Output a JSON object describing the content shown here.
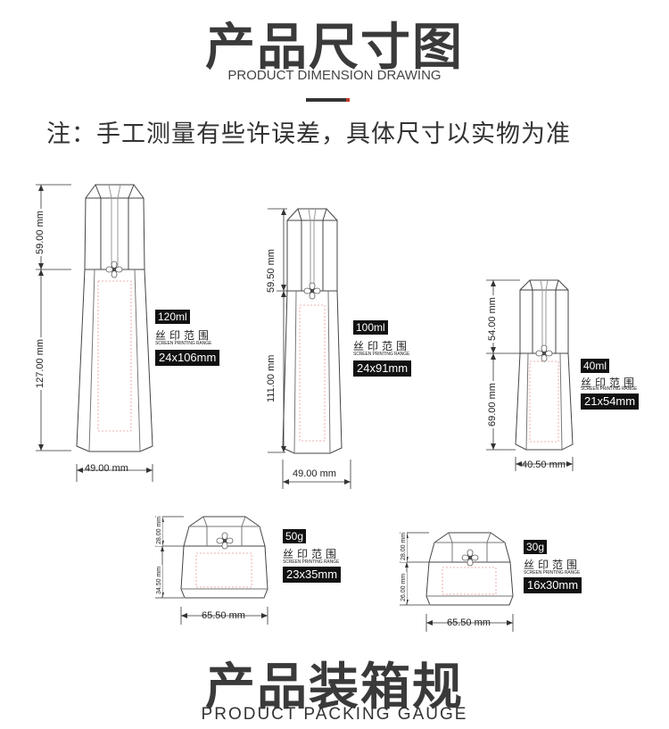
{
  "header": {
    "title_cn": "产品尺寸图",
    "title_en": "PRODUCT DIMENSION DRAWING",
    "note": "注：手工测量有些许误差，具体尺寸以实物为准"
  },
  "footer": {
    "title_cn": "产品装箱规",
    "title_en": "PRODUCT PACKING GAUGE"
  },
  "labels": {
    "print_cn": "丝印范围",
    "print_en": "SCREEN PRINTING RANGE"
  },
  "products": [
    {
      "id": "bottle-120",
      "capacity": "120ml",
      "print_size": "24x106mm",
      "cap_height": "59.00 mm",
      "body_height": "127.00 mm",
      "width": "49.00 mm"
    },
    {
      "id": "bottle-100",
      "capacity": "100ml",
      "print_size": "24x91mm",
      "cap_height": "59.50 mm",
      "body_height": "111.00 mm",
      "width": "49.00 mm"
    },
    {
      "id": "bottle-40",
      "capacity": "40ml",
      "print_size": "21x54mm",
      "cap_height": "54.00 mm",
      "body_height": "69.00 mm",
      "width": "40.50 mm"
    },
    {
      "id": "jar-50",
      "capacity": "50g",
      "print_size": "23x35mm",
      "cap_height": "28.00 mm",
      "body_height": "34.50 mm",
      "width": "65.50 mm"
    },
    {
      "id": "jar-30",
      "capacity": "30g",
      "print_size": "16x30mm",
      "cap_height": "28.00 mm",
      "body_height": "26.00 mm",
      "width": "65.50 mm"
    }
  ]
}
